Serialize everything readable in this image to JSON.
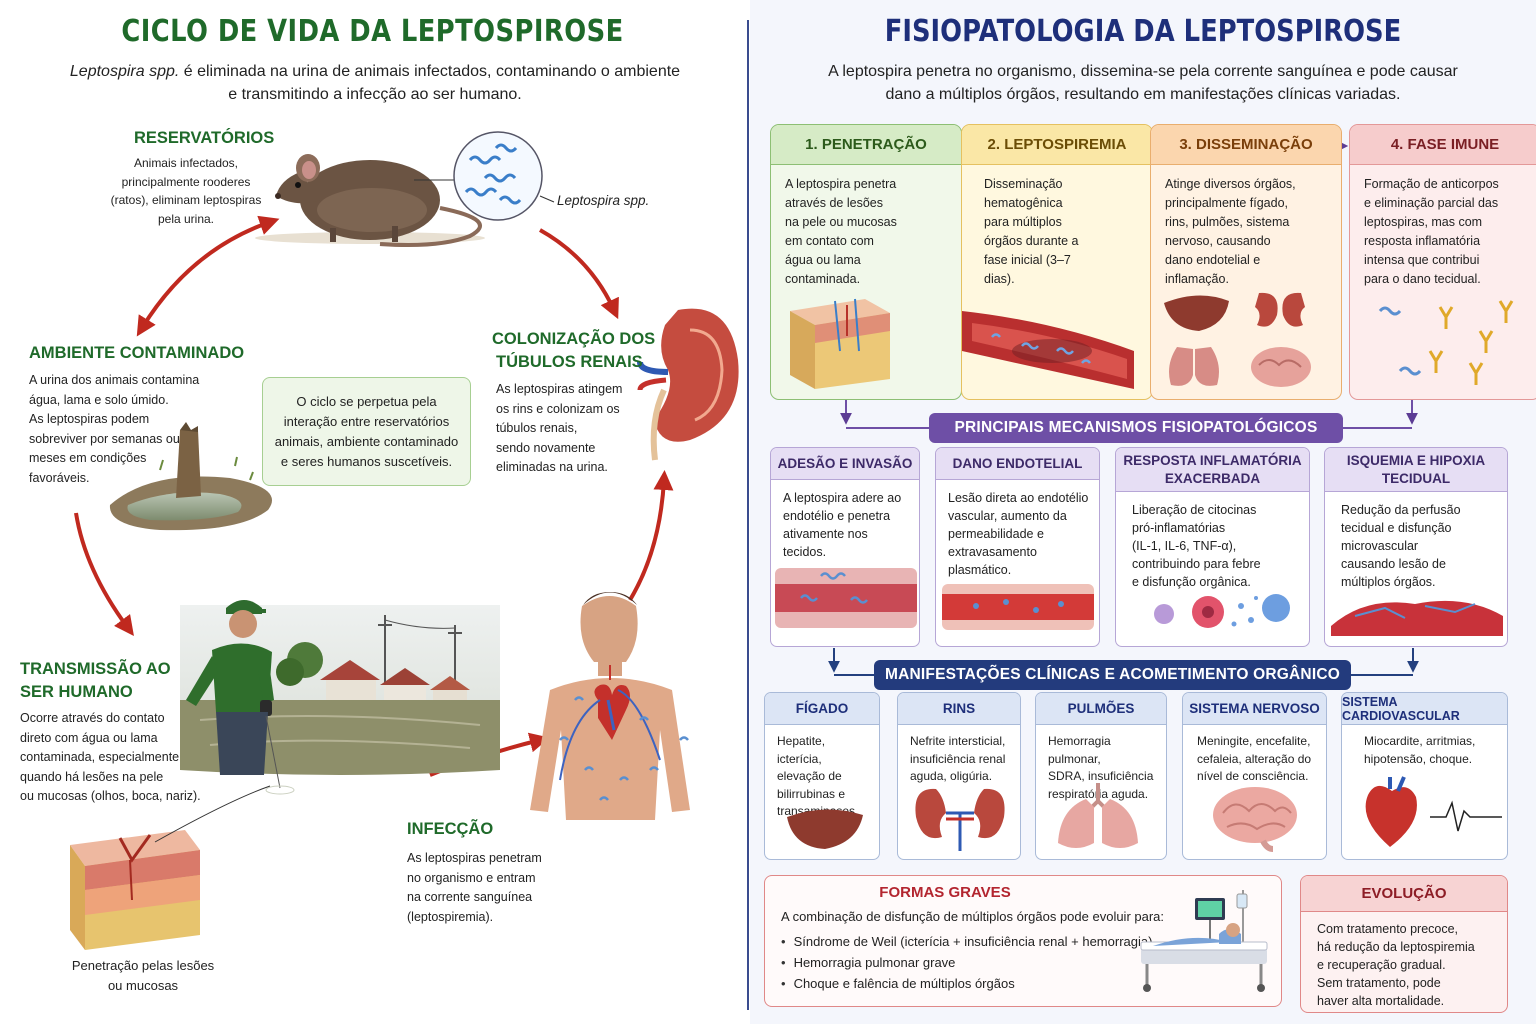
{
  "left": {
    "title": "CICLO DE VIDA DA LEPTOSPIROSE",
    "subtitle_em": "Leptospira spp.",
    "subtitle_rest": " é eliminada na urina de animais infectados, contaminando o ambiente",
    "subtitle_line2": "e transmitindo a infecção ao ser humano.",
    "bacteria_label": "Leptospira spp.",
    "reservatorios": {
      "title": "RESERVATÓRIOS",
      "lines": [
        "Animais infectados,",
        "principalmente rooderes",
        "(ratos), eliminam leptospiras",
        "pela urina."
      ]
    },
    "ambiente": {
      "title": "AMBIENTE CONTAMINADO",
      "lines": [
        "A urina dos animais contamina",
        "água, lama e solo úmido.",
        "As leptospiras podem",
        "sobreviver por semanas ou",
        "meses em condições",
        "favoráveis."
      ]
    },
    "transmissao": {
      "title_l1": "TRANSMISSÃO AO",
      "title_l2": "SER HUMANO",
      "lines": [
        "Ocorre através do contato",
        "direto com água ou lama",
        "contaminada, especialmente",
        "quando há lesões na pele",
        "ou mucosas (olhos, boca, nariz)."
      ]
    },
    "colonizacao": {
      "title_l1": "COLONIZAÇÃO DOS",
      "title_l2": "TÚBULOS RENAIS",
      "lines": [
        "As leptospiras atingem",
        "os rins e colonizam os",
        "túbulos renais,",
        "sendo novamente",
        "eliminadas na urina."
      ]
    },
    "infeccao": {
      "title": "INFECÇÃO",
      "lines": [
        "As leptospiras penetram",
        "no organismo e entram",
        "na corrente sanguínea",
        "(leptospiremia)."
      ]
    },
    "note": "O ciclo se perpetua pela interação entre reservatórios animais, ambiente contaminado e seres humanos suscetíveis.",
    "skin_caption_l1": "Penetração pelas lesões",
    "skin_caption_l2": "ou mucosas",
    "colors": {
      "heading": "#1f6a2a",
      "arrow": "#c0291f"
    }
  },
  "right": {
    "title": "FISIOPATOLOGIA DA LEPTOSPIROSE",
    "subtitle_l1": "A leptospira penetra no organismo, dissemina-se pela corrente sanguínea e pode causar",
    "subtitle_l2": "dano a múltiplos órgãos, resultando em manifestações clínicas variadas.",
    "phases": [
      {
        "title": "1. PENETRAÇÃO",
        "lines": [
          "A leptospira penetra",
          "através de lesões",
          "na pele ou mucosas",
          "em contato com",
          "água ou lama",
          "contaminada."
        ]
      },
      {
        "title": "2. LEPTOSPIREMIA",
        "lines": [
          "Disseminação",
          "hematogênica",
          "para múltiplos",
          "órgãos durante a",
          "fase inicial (3–7",
          "dias)."
        ]
      },
      {
        "title": "3. DISSEMINAÇÃO",
        "lines": [
          "Atinge diversos órgãos,",
          "principalmente fígado,",
          "rins, pulmões, sistema",
          "nervoso, causando",
          "dano endotelial e",
          "inflamação."
        ]
      },
      {
        "title": "4. FASE IMUNE",
        "lines": [
          "Formação de anticorpos",
          "e eliminação parcial das",
          "leptospiras, mas com",
          "resposta inflamatória",
          "intensa que contribui",
          "para o dano tecidual."
        ]
      }
    ],
    "mechanisms_band": "PRINCIPAIS MECANISMOS FISIOPATOLÓGICOS",
    "mechanisms": [
      {
        "title_l1": "ADESÃO E INVASÃO",
        "title_l2": "",
        "lines": [
          "A leptospira adere ao",
          "endotélio e penetra",
          "ativamente nos tecidos."
        ]
      },
      {
        "title_l1": "DANO ENDOTELIAL",
        "title_l2": "",
        "lines": [
          "Lesão direta ao endotélio",
          "vascular, aumento da",
          "permeabilidade e",
          "extravasamento",
          "plasmático."
        ]
      },
      {
        "title_l1": "RESPOSTA INFLAMATÓRIA",
        "title_l2": "EXACERBADA",
        "lines": [
          "Liberação de citocinas",
          "pró-inflamatórias",
          "(IL-1, IL-6, TNF-α),",
          "contribuindo para febre",
          "e disfunção orgânica."
        ]
      },
      {
        "title_l1": "ISQUEMIA E HIPOXIA",
        "title_l2": "TECIDUAL",
        "lines": [
          "Redução da perfusão",
          "tecidual e disfunção",
          "microvascular",
          "causando lesão de",
          "múltiplos órgãos."
        ]
      }
    ],
    "manifest_band": "MANIFESTAÇÕES CLÍNICAS E ACOMETIMENTO ORGÂNICO",
    "organs": [
      {
        "title": "FÍGADO",
        "lines": [
          "Hepatite, icterícia,",
          "elevação de",
          "bilirrubinas e",
          "transaminases."
        ]
      },
      {
        "title": "RINS",
        "lines": [
          "Nefrite intersticial,",
          "insuficiência renal",
          "aguda, oligúria."
        ]
      },
      {
        "title": "PULMÕES",
        "lines": [
          "Hemorragia pulmonar,",
          "SDRA, insuficiência",
          "respiratória aguda."
        ]
      },
      {
        "title": "SISTEMA NERVOSO",
        "lines": [
          "Meningite, encefalite,",
          "cefaleia, alteração do",
          "nível de consciência."
        ]
      },
      {
        "title": "SISTEMA CARDIOVASCULAR",
        "lines": [
          "Miocardite, arritmias,",
          "hipotensão, choque."
        ]
      }
    ],
    "graves": {
      "title": "FORMAS GRAVES",
      "intro": "A combinação de disfunção de múltiplos órgãos pode evoluir para:",
      "items": [
        "Síndrome de Weil (icterícia + insuficiência renal + hemorragia)",
        "Hemorragia pulmonar grave",
        "Choque e falência de múltiplos órgãos"
      ]
    },
    "evolucao": {
      "title": "EVOLUÇÃO",
      "lines": [
        "Com tratamento precoce,",
        "há redução da leptospiremia",
        "e recuperação gradual.",
        "Sem tratamento, pode",
        "haver alta mortalidade."
      ]
    },
    "colors": {
      "title": "#1e2f7a",
      "mech_band": "#6e4fa6",
      "manifest_band": "#233b7d"
    }
  }
}
